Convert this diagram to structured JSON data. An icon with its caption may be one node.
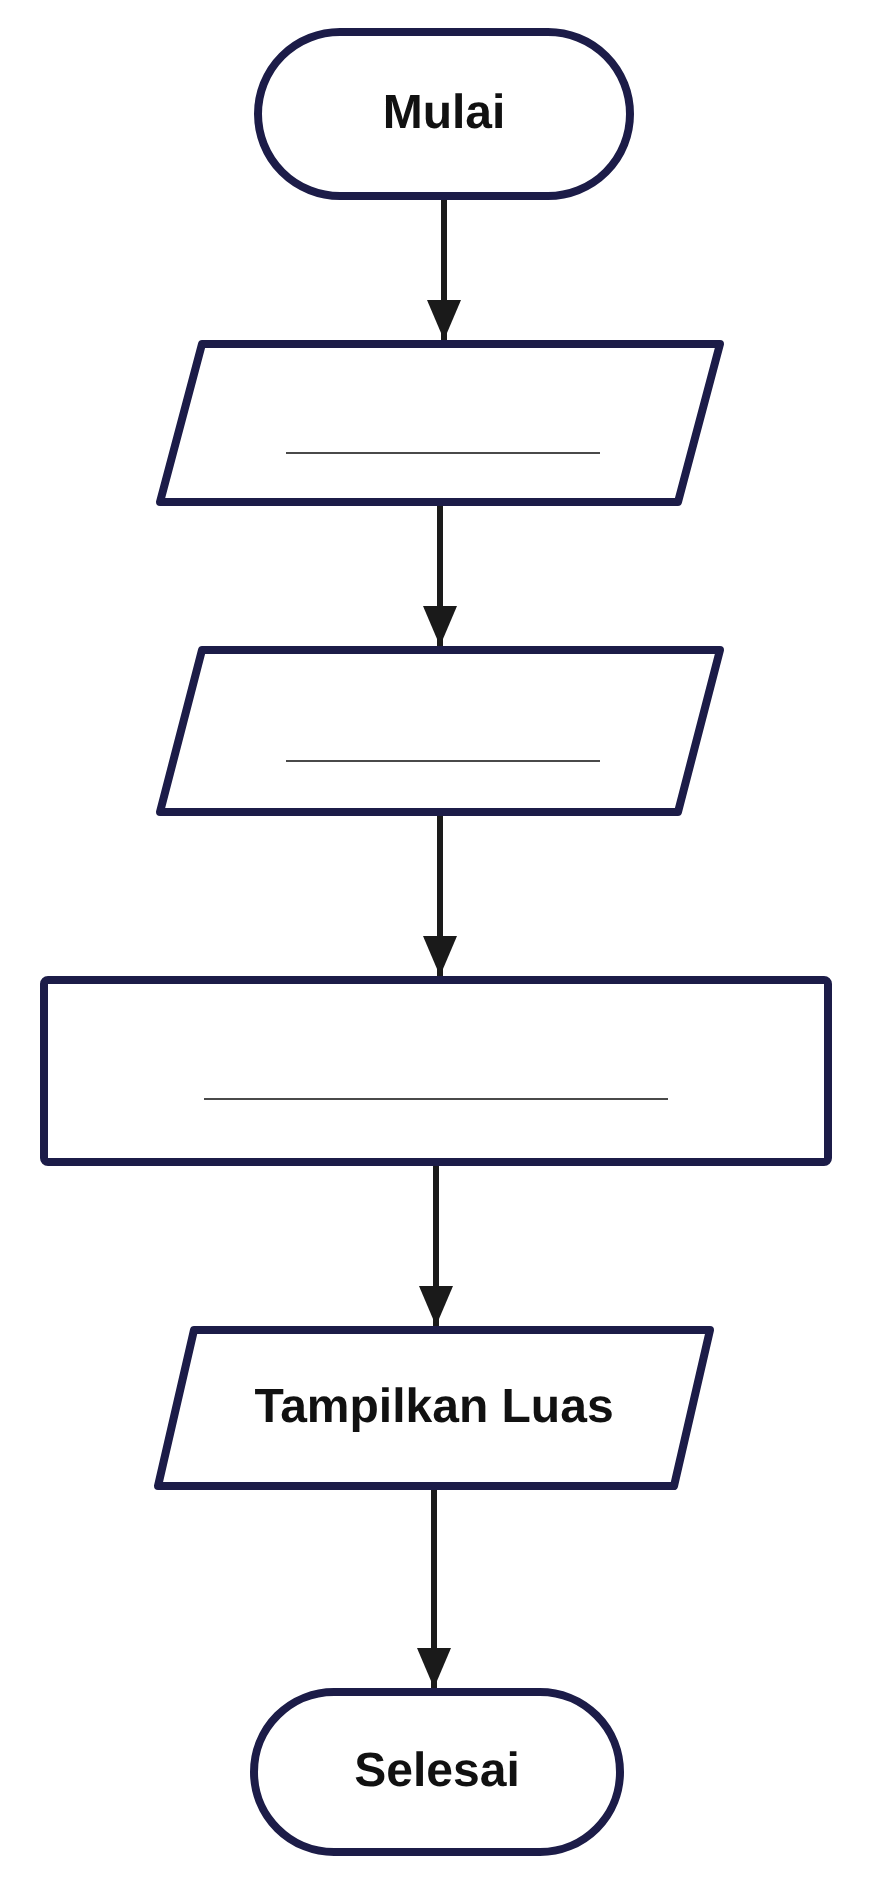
{
  "diagram": {
    "nodes": [
      {
        "text": [
          "Mulai"
        ]
      },
      {
        "text": [],
        "shape": "parallelogram"
      },
      {
        "text": [],
        "shape": "parallelogram"
      },
      {
        "text": [],
        "shape": "box"
      },
      {
        "text": [
          "Tampilkan Luas"
        ]
      },
      {
        "text": [
          "Selesai"
        ]
      }
    ],
    "edges": [
      {
        "from": 0,
        "to": 1,
        "arrow": "to"
      },
      {
        "from": 1,
        "to": 2,
        "arrow": "to"
      },
      {
        "from": 2,
        "to": 3,
        "arrow": "to"
      },
      {
        "from": 3,
        "to": 4,
        "arrow": "to"
      },
      {
        "from": 4,
        "to": 5,
        "arrow": "to"
      }
    ]
  }
}
